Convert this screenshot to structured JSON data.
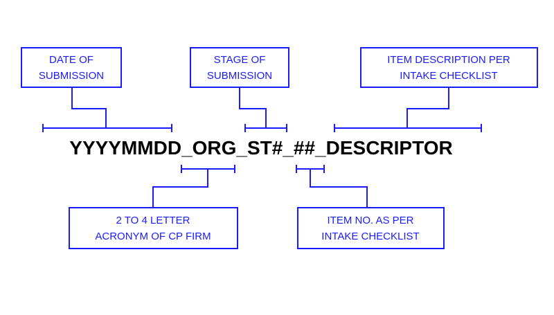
{
  "diagram": {
    "pattern": "YYYYMMDD_ORG_ST#_##_DESCRIPTOR",
    "colors": {
      "accent": "#1a1aff",
      "text": "#000000",
      "background": "#ffffff"
    },
    "callouts": {
      "date": {
        "lines": [
          "DATE OF",
          "SUBMISSION"
        ]
      },
      "stage": {
        "lines": [
          "STAGE OF",
          "SUBMISSION"
        ]
      },
      "item_description": {
        "lines": [
          "ITEM DESCRIPTION PER",
          "INTAKE CHECKLIST"
        ]
      },
      "org": {
        "lines": [
          "2 TO 4 LETTER",
          "ACRONYM OF CP FIRM"
        ]
      },
      "item_no": {
        "lines": [
          "ITEM NO. AS PER",
          "INTAKE CHECKLIST"
        ]
      }
    }
  }
}
